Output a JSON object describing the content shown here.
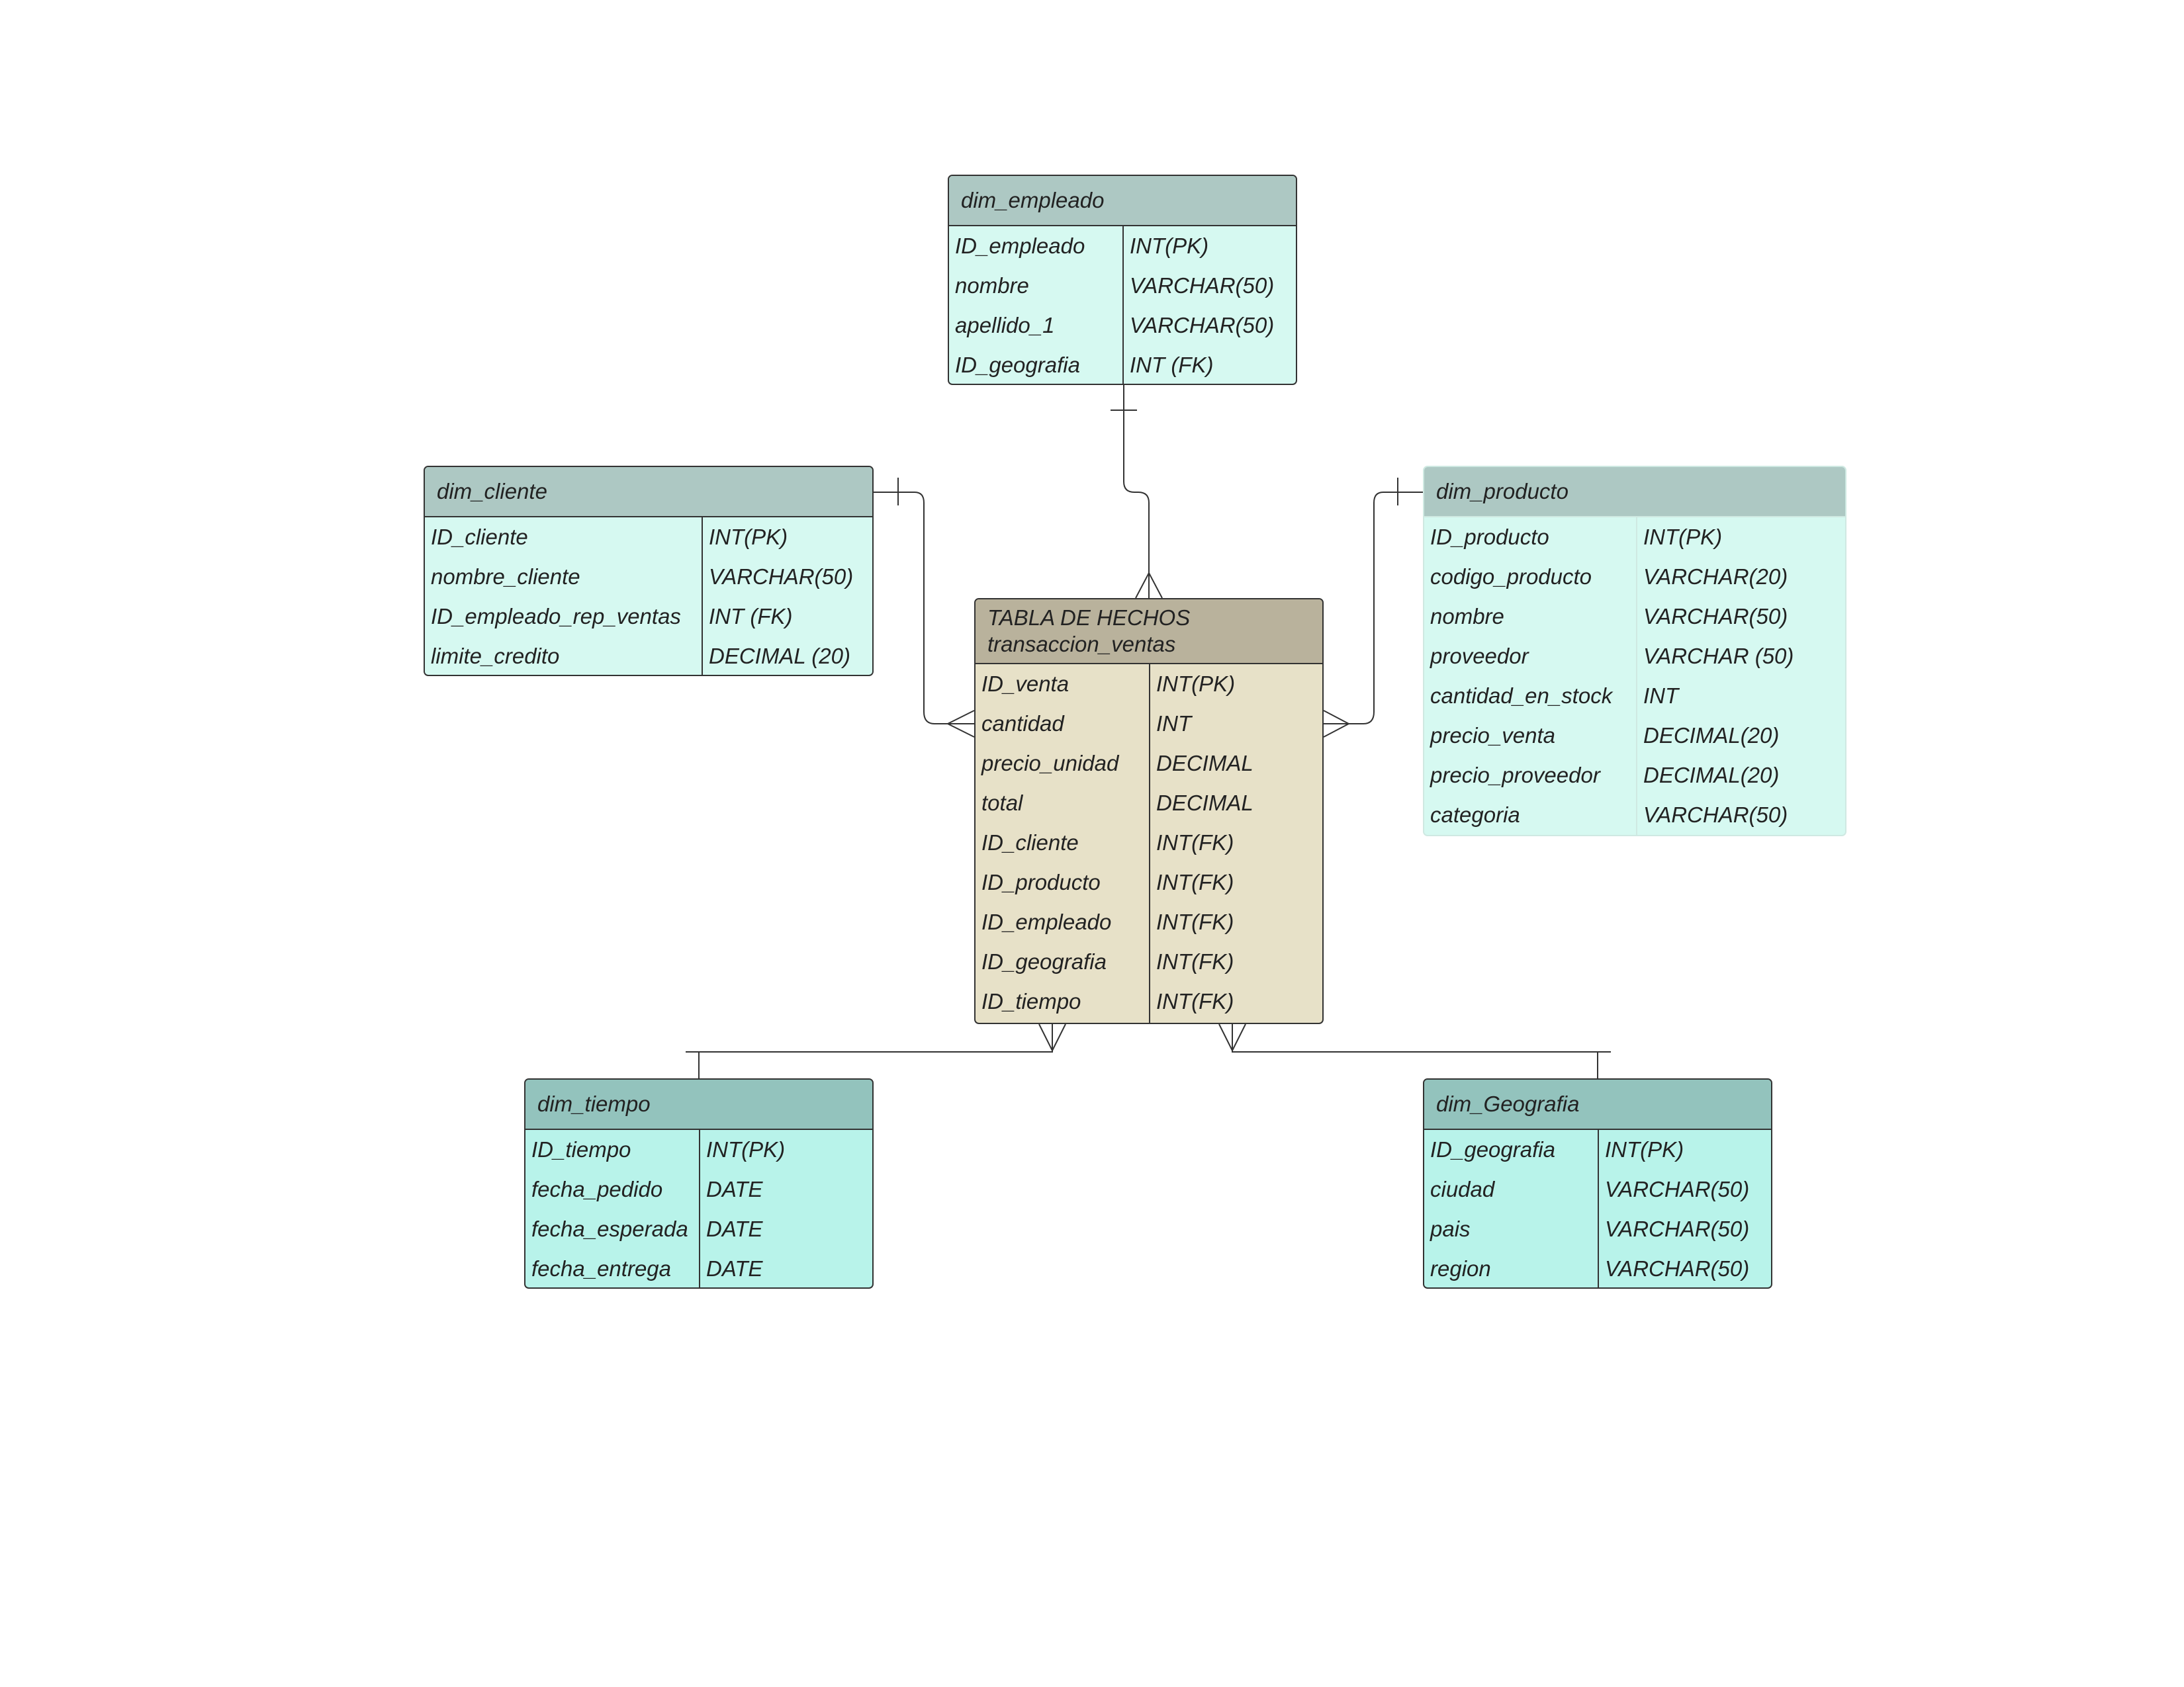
{
  "colors": {
    "dimension_body": "#d6f9f1",
    "dimension_header": "#adc8c3",
    "dimension_body_alt": "#b8f3ea",
    "dimension_header_alt": "#93c3bd",
    "fact_body": "#e7e1c8",
    "fact_header": "#b9b29c",
    "border": "#333333"
  },
  "entities": {
    "dim_empleado": {
      "title": [
        "dim_empleado"
      ],
      "rows": [
        [
          "ID_empleado",
          "INT(PK)"
        ],
        [
          "nombre",
          "VARCHAR(50)"
        ],
        [
          "apellido_1",
          "VARCHAR(50)"
        ],
        [
          "ID_geografia",
          "INT (FK)"
        ]
      ]
    },
    "dim_cliente": {
      "title": [
        "dim_cliente"
      ],
      "rows": [
        [
          "ID_cliente",
          "INT(PK)"
        ],
        [
          "nombre_cliente",
          "VARCHAR(50)"
        ],
        [
          "ID_empleado_rep_ventas",
          "INT (FK)"
        ],
        [
          "limite_credito",
          "DECIMAL (20)"
        ]
      ]
    },
    "dim_producto": {
      "title": [
        "dim_producto"
      ],
      "rows": [
        [
          "ID_producto",
          "INT(PK)"
        ],
        [
          "codigo_producto",
          "VARCHAR(20)"
        ],
        [
          "nombre",
          "VARCHAR(50)"
        ],
        [
          "proveedor",
          "VARCHAR (50)"
        ],
        [
          "cantidad_en_stock",
          "INT"
        ],
        [
          "precio_venta",
          "DECIMAL(20)"
        ],
        [
          "precio_proveedor",
          "DECIMAL(20)"
        ],
        [
          "categoria",
          "VARCHAR(50)"
        ]
      ]
    },
    "fact": {
      "title": [
        "TABLA DE HECHOS",
        "transaccion_ventas"
      ],
      "rows": [
        [
          "ID_venta",
          "INT(PK)"
        ],
        [
          "cantidad",
          "INT"
        ],
        [
          "precio_unidad",
          "DECIMAL"
        ],
        [
          "total",
          "DECIMAL"
        ],
        [
          "ID_cliente",
          "INT(FK)"
        ],
        [
          "ID_producto",
          "INT(FK)"
        ],
        [
          "ID_empleado",
          "INT(FK)"
        ],
        [
          "ID_geografia",
          "INT(FK)"
        ],
        [
          "ID_tiempo",
          "INT(FK)"
        ]
      ]
    },
    "dim_tiempo": {
      "title": [
        "dim_tiempo"
      ],
      "rows": [
        [
          "ID_tiempo",
          "INT(PK)"
        ],
        [
          "fecha_pedido",
          "DATE"
        ],
        [
          "fecha_esperada",
          "DATE"
        ],
        [
          "fecha_entrega",
          "DATE"
        ]
      ]
    },
    "dim_Geografia": {
      "title": [
        "dim_Geografia"
      ],
      "rows": [
        [
          "ID_geografia",
          "INT(PK)"
        ],
        [
          "ciudad",
          "VARCHAR(50)"
        ],
        [
          "pais",
          "VARCHAR(50)"
        ],
        [
          "region",
          "VARCHAR(50)"
        ]
      ]
    }
  },
  "relationships": [
    {
      "from": "dim_empleado",
      "to": "fact",
      "from_cardinality": "one",
      "to_cardinality": "many"
    },
    {
      "from": "dim_cliente",
      "to": "fact",
      "from_cardinality": "one",
      "to_cardinality": "many"
    },
    {
      "from": "dim_producto",
      "to": "fact",
      "from_cardinality": "one",
      "to_cardinality": "many"
    },
    {
      "from": "dim_tiempo",
      "to": "fact",
      "from_cardinality": "one",
      "to_cardinality": "many"
    },
    {
      "from": "dim_Geografia",
      "to": "fact",
      "from_cardinality": "one",
      "to_cardinality": "many"
    }
  ]
}
